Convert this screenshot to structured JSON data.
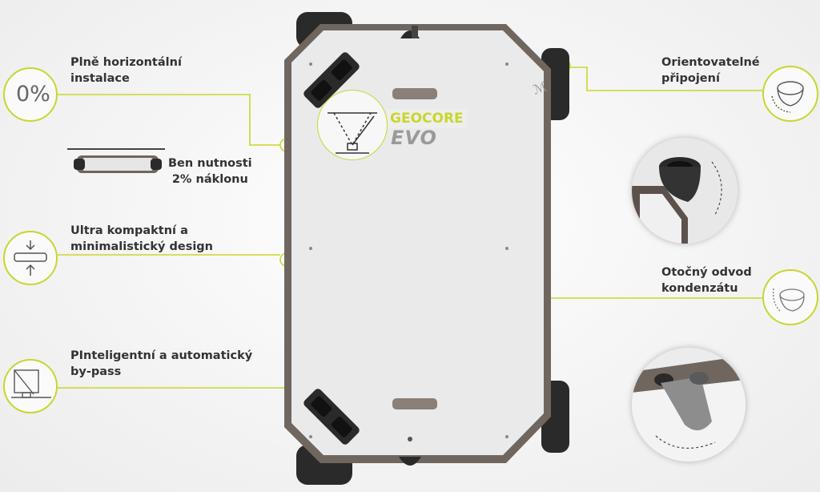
{
  "features": {
    "horizontal": {
      "text": "Plně horizontální\ninstalace",
      "icon_text": "0%"
    },
    "tilt": {
      "text": "Ben nutnosti\n2% náklonu"
    },
    "compact": {
      "text": "Ultra kompaktní a\nminimalistický design"
    },
    "bypass": {
      "text": "PInteligentní a automatický\nby-pass"
    },
    "connection": {
      "text": "Orientovatelné\npřipojení"
    },
    "condensate": {
      "text": "Otočný odvod\nkondenzátu"
    }
  },
  "product": {
    "brand": "GEOCORE",
    "model": "EVO"
  },
  "colors": {
    "accent": "#c9d62e",
    "unit_body": "#ececec",
    "unit_frame": "#6f6660",
    "port": "#2a2a2a"
  }
}
